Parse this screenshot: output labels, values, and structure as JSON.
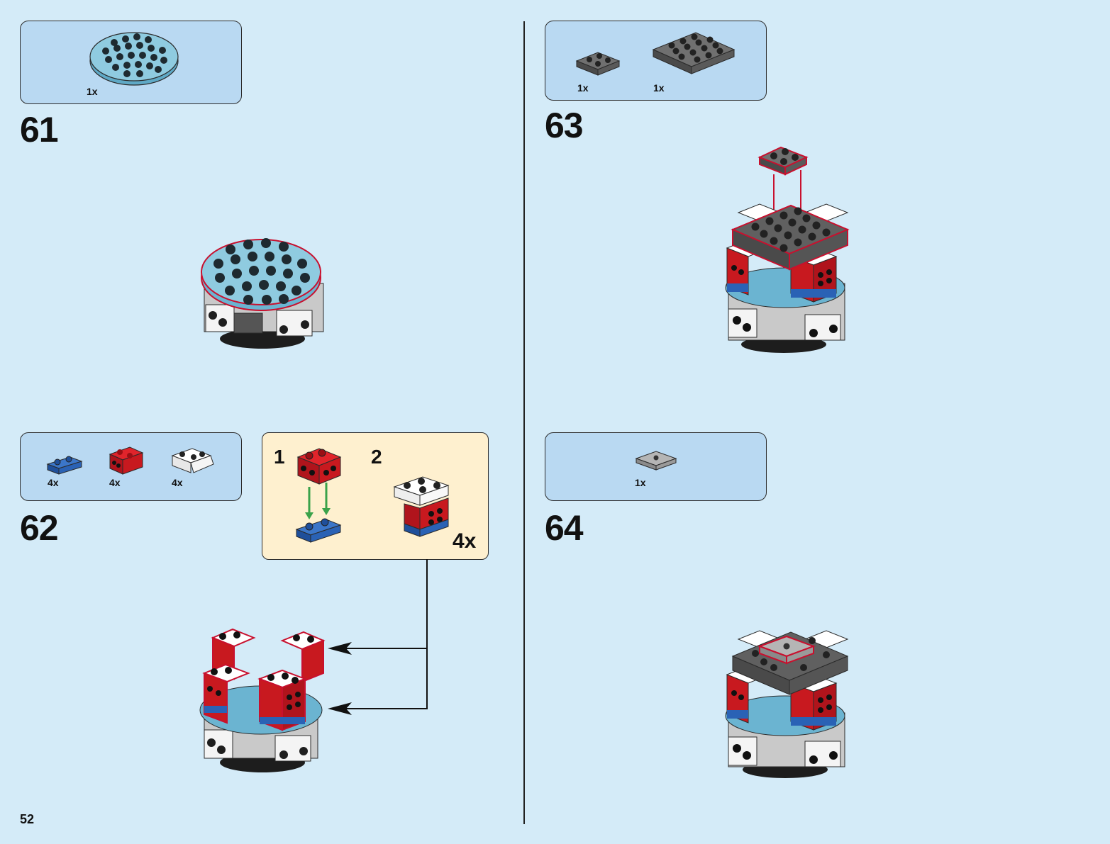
{
  "page_number": "52",
  "steps": [
    {
      "number": "61",
      "parts": [
        {
          "qty": "1x",
          "part": "light blue round plate"
        }
      ]
    },
    {
      "number": "62",
      "parts": [
        {
          "qty": "4x",
          "part": "blue plate 1x2"
        },
        {
          "qty": "4x",
          "part": "red brick 2x2"
        },
        {
          "qty": "4x",
          "part": "white slope brick 2x2"
        }
      ],
      "subassembly": {
        "step1": "1",
        "step2": "2",
        "multiplier": "4x"
      }
    },
    {
      "number": "63",
      "parts": [
        {
          "qty": "1x",
          "part": "dark gray plate 2x2"
        },
        {
          "qty": "1x",
          "part": "dark gray plate 4x4"
        }
      ]
    },
    {
      "number": "64",
      "parts": [
        {
          "qty": "1x",
          "part": "gray jumper tile"
        }
      ]
    }
  ],
  "colors": {
    "background": "#d4ebf8",
    "parts_box": "#b9d9f2",
    "subassembly_box": "#fef0cf",
    "highlight_outline": "#c8102e",
    "placement_arrow": "#3aa24a"
  }
}
